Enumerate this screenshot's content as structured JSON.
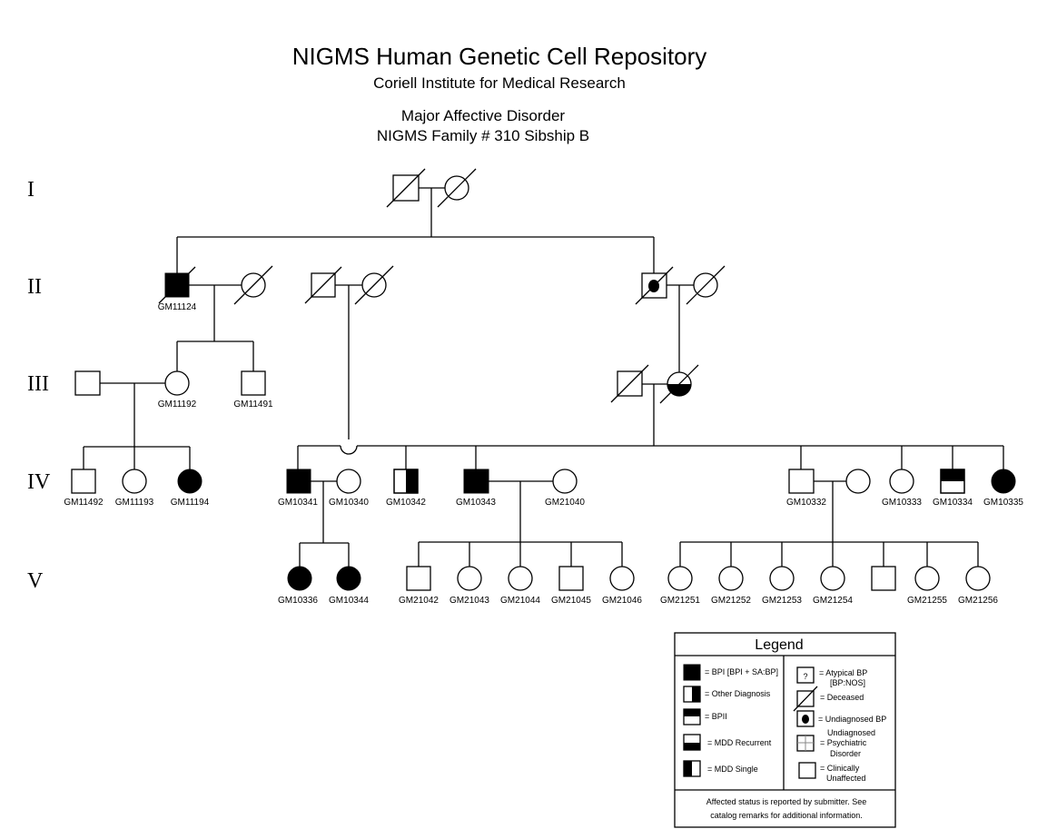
{
  "header": {
    "title": "NIGMS Human Genetic Cell Repository",
    "subtitle": "Coriell Institute for Medical Research",
    "disorder": "Major Affective Disorder",
    "family": "NIGMS Family # 310 Sibship B"
  },
  "generations": [
    "I",
    "II",
    "III",
    "IV",
    "V"
  ],
  "ids": {
    "gm11124": "GM11124",
    "gm11192": "GM11192",
    "gm11491": "GM11491",
    "gm11492": "GM11492",
    "gm11193": "GM11193",
    "gm11194": "GM11194",
    "gm10341": "GM10341",
    "gm10340": "GM10340",
    "gm10342": "GM10342",
    "gm10343": "GM10343",
    "gm21040": "GM21040",
    "gm10332": "GM10332",
    "gm10333": "GM10333",
    "gm10334": "GM10334",
    "gm10335": "GM10335",
    "gm10336": "GM10336",
    "gm10344": "GM10344",
    "gm21042": "GM21042",
    "gm21043": "GM21043",
    "gm21044": "GM21044",
    "gm21045": "GM21045",
    "gm21046": "GM21046",
    "gm21251": "GM21251",
    "gm21252": "GM21252",
    "gm21253": "GM21253",
    "gm21254": "GM21254",
    "gm21255": "GM21255",
    "gm21256": "GM21256"
  },
  "legend": {
    "title": "Legend",
    "bpi": "= BPI [BPI + SA:BP]",
    "other": "= Other Diagnosis",
    "bpii": "= BPII",
    "mdd_recurrent": "= MDD Recurrent",
    "mdd_single": "= MDD Single",
    "atypical_symbol": "?",
    "atypical_1": "=  Atypical BP",
    "atypical_2": "[BP:NOS]",
    "deceased": "= Deceased",
    "undiagnosed_bp": "= Undiagnosed BP",
    "undiag_psych_1": "Undiagnosed",
    "undiag_psych_2": "= Psychiatric",
    "undiag_psych_3": "Disorder",
    "unaffected_1": "= Clinically",
    "unaffected_2": "Unaffected",
    "footnote_1": "Affected status is reported by submitter. See",
    "footnote_2": "catalog remarks for additional information."
  }
}
